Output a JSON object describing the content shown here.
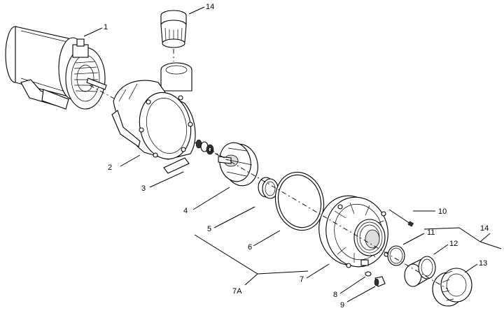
{
  "callouts": {
    "c1": "1",
    "c2": "2",
    "c3": "3",
    "c4": "4",
    "c5": "5",
    "c6": "6",
    "c7": "7",
    "c7a": "7A",
    "c8": "8",
    "c9": "9",
    "c10": "10",
    "c11": "11",
    "c12": "12",
    "c13": "13",
    "c14_top": "14",
    "c14_right": "14"
  }
}
